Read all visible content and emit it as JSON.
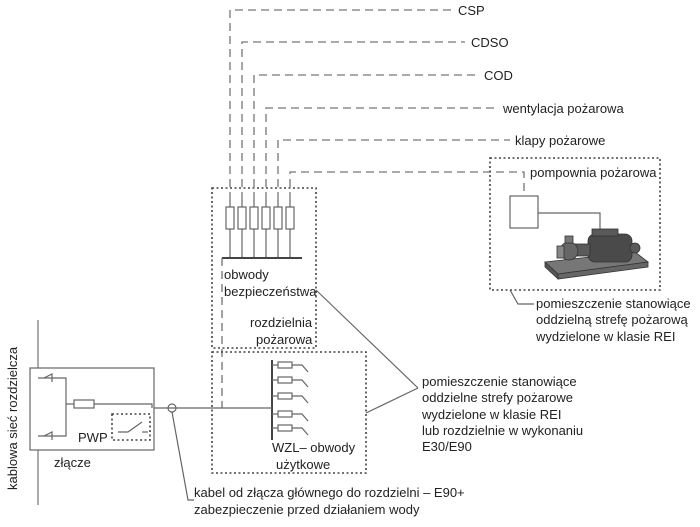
{
  "destinations": [
    "CSP",
    "CDSO",
    "COD",
    "wentylacja pożarowa",
    "klapy pożarowe",
    "pompownia pożarowa"
  ],
  "labels": {
    "siec": "kablowa sieć rozdzielcza",
    "zlacze": "złącze",
    "pwp": "PWP",
    "obwody1": "obwody",
    "obwody2": "bezpieczeństwa",
    "rozdz1": "rozdzielnia",
    "rozdz2": "pożarowa",
    "wzl1": "WZL– obwody",
    "wzl2": "użytkowe",
    "pom1_1": "pomieszczenie stanowiące",
    "pom1_2": "oddzielną strefę pożarową",
    "pom1_3": "wydzielone w klasie REI",
    "pom2_1": "pomieszczenie stanowiące",
    "pom2_2": "oddzielne strefy pożarowe",
    "pom2_3": "wydzielone w klasie REI",
    "pom2_4": "lub rozdzielnie w wykonaniu",
    "pom2_5": "E30/E90",
    "kabel1": "kabel od złącza głównego do rozdzielni – E90+",
    "kabel2": "zabezpieczenie przed działaniem wody"
  },
  "colors": {
    "line": "#666666",
    "text": "#222222",
    "pump": "#555555"
  }
}
